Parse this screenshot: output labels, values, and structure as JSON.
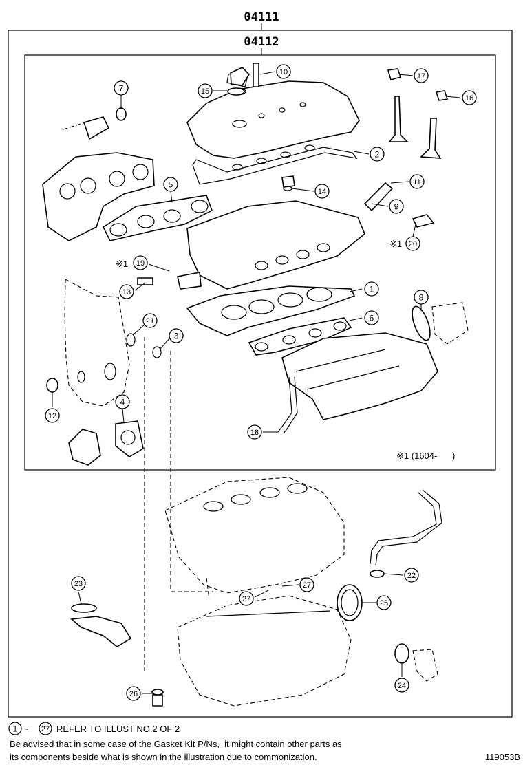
{
  "kit_numbers": {
    "outer": "04111",
    "inner": "04112"
  },
  "callouts": [
    {
      "id": "c1",
      "num": "1"
    },
    {
      "id": "c2",
      "num": "2"
    },
    {
      "id": "c3",
      "num": "3"
    },
    {
      "id": "c4",
      "num": "4"
    },
    {
      "id": "c5",
      "num": "5"
    },
    {
      "id": "c6",
      "num": "6"
    },
    {
      "id": "c7",
      "num": "7"
    },
    {
      "id": "c8",
      "num": "8"
    },
    {
      "id": "c9",
      "num": "9"
    },
    {
      "id": "c10",
      "num": "10"
    },
    {
      "id": "c11",
      "num": "11"
    },
    {
      "id": "c12",
      "num": "12"
    },
    {
      "id": "c13",
      "num": "13"
    },
    {
      "id": "c14",
      "num": "14"
    },
    {
      "id": "c15",
      "num": "15"
    },
    {
      "id": "c16",
      "num": "16"
    },
    {
      "id": "c17",
      "num": "17"
    },
    {
      "id": "c18",
      "num": "18"
    },
    {
      "id": "c19",
      "num": "19"
    },
    {
      "id": "c20",
      "num": "20"
    },
    {
      "id": "c21",
      "num": "21"
    },
    {
      "id": "c22",
      "num": "22"
    },
    {
      "id": "c23",
      "num": "23"
    },
    {
      "id": "c24",
      "num": "24"
    },
    {
      "id": "c25",
      "num": "25"
    },
    {
      "id": "c26",
      "num": "26"
    },
    {
      "id": "c27a",
      "num": "27"
    },
    {
      "id": "c27b",
      "num": "27"
    }
  ],
  "notes": {
    "asterisk_19": "※1",
    "asterisk_20": "※1",
    "date_range": "※1 (1604-      )"
  },
  "footer": {
    "range_from": "1",
    "range_tilde": "~",
    "range_to": "27",
    "refer_text": "REFER TO ILLUST NO.2 OF 2",
    "advisory_line1": "Be advised that in some case of the Gasket Kit P/Ns,  it might contain other parts as",
    "advisory_line2": "its components beside what is shown in the illustration due to commonization.",
    "illustration_id": "119053B"
  }
}
